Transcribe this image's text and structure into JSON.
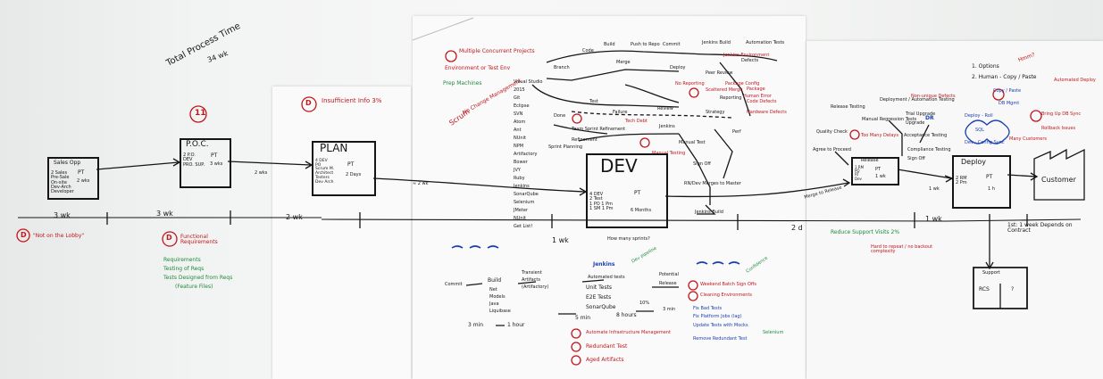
{
  "colors": {
    "ink": "#161616",
    "red": "#c0161c",
    "green": "#1e8a3a",
    "blue": "#1a3fb0"
  },
  "headline": {
    "total_line1": "Total Process Time",
    "total_line2": "34 wk"
  },
  "sales": {
    "title": "Sales Opp",
    "left": "2 Sales\nPre-Sale\nOn-site\nDev-Arch\nDeveloper",
    "pt": "PT",
    "pt_val": "2 wks",
    "wait": "3 wk",
    "warn_code": "D",
    "warn_text": "\"Not on the Lobby\""
  },
  "poc": {
    "title": "P.O.C.",
    "left": "2 P.O.\nDEV\nPRO. SUP.",
    "pt": "PT",
    "pt_val": "3 wks",
    "badge": "11",
    "wait": "3 wk",
    "lead": "2 wks"
  },
  "plan": {
    "title": "PLAN",
    "left": "4 DEV\nPO\nScrum M.\nArchitect\nTesters\nDev Arch",
    "pt": "PT",
    "pt_val": "2 Days",
    "warn_code": "D",
    "warn_text": "Insufficient Info 3%",
    "wait": "2 wk",
    "func_code": "D",
    "func_text": "Functional Requirements",
    "req_lines": [
      "Requirements",
      "Testing of Reqs",
      "Tests Designed from Reqs",
      "(Feature Files)"
    ]
  },
  "dev": {
    "title": "DEV",
    "left": "4 DEV\n2 Test\n1 PO 1 Pm\n1 SM 1 Pm",
    "pt": "PT",
    "pt_val": "6 Months",
    "wait": "1 wk",
    "arrow_lead": "≈ 2 wk",
    "question": "How many sprints?",
    "top_red": [
      "Multiple Concurrent Projects",
      "Environment or Test Env"
    ],
    "green_notes": [
      "Prep Machines",
      "No Change Management",
      "Scrum"
    ],
    "tools": [
      "Visual Studio",
      "2015",
      "Git",
      "Eclipse",
      "SVN",
      "Atom",
      "Ant",
      "NUnit",
      "NPM",
      "Artifactory",
      "Bower",
      "JVY",
      "Ruby",
      "Jenkins",
      "SonarQube",
      "Selenium",
      "JMeter",
      "NUnit",
      "Get List!"
    ],
    "flow_labels": [
      "Branch",
      "Code",
      "Build",
      "Push to Repo",
      "Commit",
      "Jenkins Build",
      "Automation Tests",
      "Merge",
      "Test",
      "Failure",
      "Done",
      "Sprint Planning",
      "Refinement",
      "Review",
      "Jenkins Build",
      "Manual Test",
      "Sign Off",
      "RN/Dev Merges to Master",
      "Deploy",
      "Peer Review",
      "Defects",
      "Perf",
      "Strategy",
      "Jenkins",
      "Reporting",
      "Package",
      "Hardware Defects",
      "Code Defects"
    ],
    "red_notes": [
      "Scattered Merge",
      "Tech Debt",
      "Manual Testing",
      "Human Error",
      "Package Config",
      "No Reporting",
      "Jenkins Environment"
    ],
    "team_line": "Team Sprint Refinement",
    "pipeline": {
      "commit": "Commit",
      "build": "Build",
      "build_items": [
        "Net",
        "Models",
        "Java",
        "Liquibase"
      ],
      "transient": [
        "Transient",
        "Artifacts",
        "(Artifactory)"
      ],
      "automated": "Automated tests",
      "tests": [
        "Unit Tests",
        "E2E Tests",
        "SonarQube"
      ],
      "potential": [
        "Potential",
        "Release"
      ],
      "pipeline_name": "Jenkins",
      "pipeline_note": "Dev pipeline",
      "time1": "3 min",
      "time2": "1 hour",
      "time3": "5 min",
      "time4": "8 hours",
      "time5": "3 min",
      "pct": "10%"
    },
    "red_bottom": [
      "Automate Infrastructure Management",
      "Redundant Test",
      "Aged Artifacts"
    ],
    "red_right": [
      "Weekend Batch Sign Offs",
      "Cleaning Environments"
    ],
    "green_right": [
      "Confidence"
    ],
    "green_tasks": [
      "Fix Bad Tests",
      "Fix Platform Jobs (lag)",
      "Update Tests with Mocks",
      "Selenium",
      "Remove Redundant Test"
    ]
  },
  "release": {
    "title": "Release",
    "left": "1 RM\nPO\nRT\nDev",
    "pt": "PT",
    "pt_val": "1 wk",
    "wait": "2 d",
    "to_release": "Merge to Release",
    "items": [
      "Release Testing",
      "Deployment / Automation Testing",
      "Manual Regression Tests",
      "Quality Check",
      "Agree to Proceed",
      "Trial Upgrade",
      "Upgrade",
      "Acceptance Testing",
      "Compliance Testing",
      "Sign Off"
    ],
    "red": [
      "Too Many Delays",
      "Non-unique Defects",
      "Reduce Support Visits"
    ],
    "green": "Reduce Support Visits 2%",
    "red2": "Hard to repeat / no backout complexity",
    "dr": "DR"
  },
  "deploy": {
    "title": "Deploy",
    "left": "2 RM\n2 Pm",
    "pt": "PT",
    "pt_val": "1 h",
    "wait": "1 wk",
    "customer": "Customer",
    "lead": "1 wk",
    "notes": [
      "1. Options",
      "2. Human - Copy / Paste"
    ],
    "red": [
      "Automated Deploy",
      "Bring Up DB Sync",
      "Rollback Issues",
      "Many Customers"
    ],
    "blue": [
      "Deploy - Roll",
      "Copy / Paste",
      "DB Mgmt",
      "SQL",
      "Dev - Config Sync"
    ],
    "hmm": "Hmm?",
    "support_text": "1st: 1 week Depends on Contract"
  },
  "support": {
    "title": "Support",
    "left": "RCS",
    "right": "?"
  }
}
